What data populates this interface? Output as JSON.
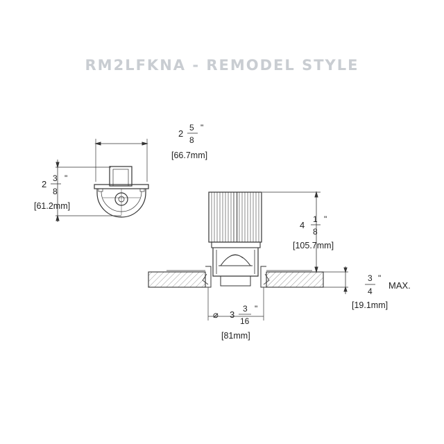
{
  "title": "RM2LFKNA - REMODEL STYLE",
  "dimensions": {
    "width": {
      "whole": "2",
      "num": "5",
      "den": "8",
      "unit": "\"",
      "metric": "[66.7mm]"
    },
    "side_height": {
      "whole": "2",
      "num": "3",
      "den": "8",
      "unit": "\"",
      "metric": "[61.2mm]"
    },
    "height": {
      "whole": "4",
      "num": "1",
      "den": "8",
      "unit": "\"",
      "metric": "[105.7mm]"
    },
    "ceiling": {
      "num": "3",
      "den": "4",
      "unit": "\"",
      "suffix": "MAX.",
      "metric": "[19.1mm]"
    },
    "diameter": {
      "symbol": "⌀",
      "whole": "3",
      "num": "3",
      "den": "16",
      "unit": "\"",
      "metric": "[81mm]"
    }
  },
  "colors": {
    "title": "#c9cdd2",
    "line": "#333333",
    "hatch": "#777777"
  }
}
